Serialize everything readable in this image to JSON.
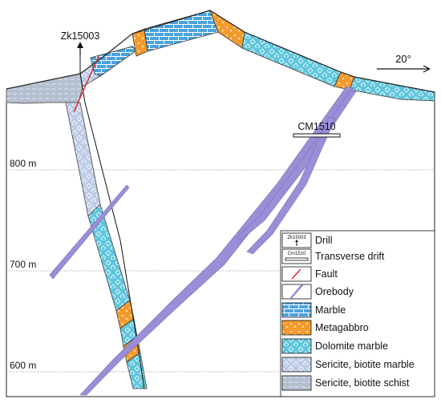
{
  "drill_label": "Zk15003",
  "drift_label": "CM1510",
  "orientation": "20°",
  "elevations": [
    "800 m",
    "700 m",
    "600 m"
  ],
  "legend": {
    "drill": "Drill",
    "drill_icon_text": "Zk15003",
    "drift": "Transverse drift",
    "drift_icon_text": "Cm1510",
    "fault": "Fault",
    "orebody": "Orebody",
    "marble": "Marble",
    "metagabbro": "Metagabbro",
    "dolomite": "Dolomite marble",
    "sericite_marble": "Sericite, biotite marble",
    "sericite_schist": "Sericite, biotite schist"
  },
  "colors": {
    "marble": "#4aa3dd",
    "metagabbro": "#f39a2c",
    "dolomite": "#5ec6dc",
    "sericite_marble": "#bccbe6",
    "sericite_schist": "#b4bfd0",
    "orebody": "#9b8ed6",
    "fault": "#e0202a"
  }
}
